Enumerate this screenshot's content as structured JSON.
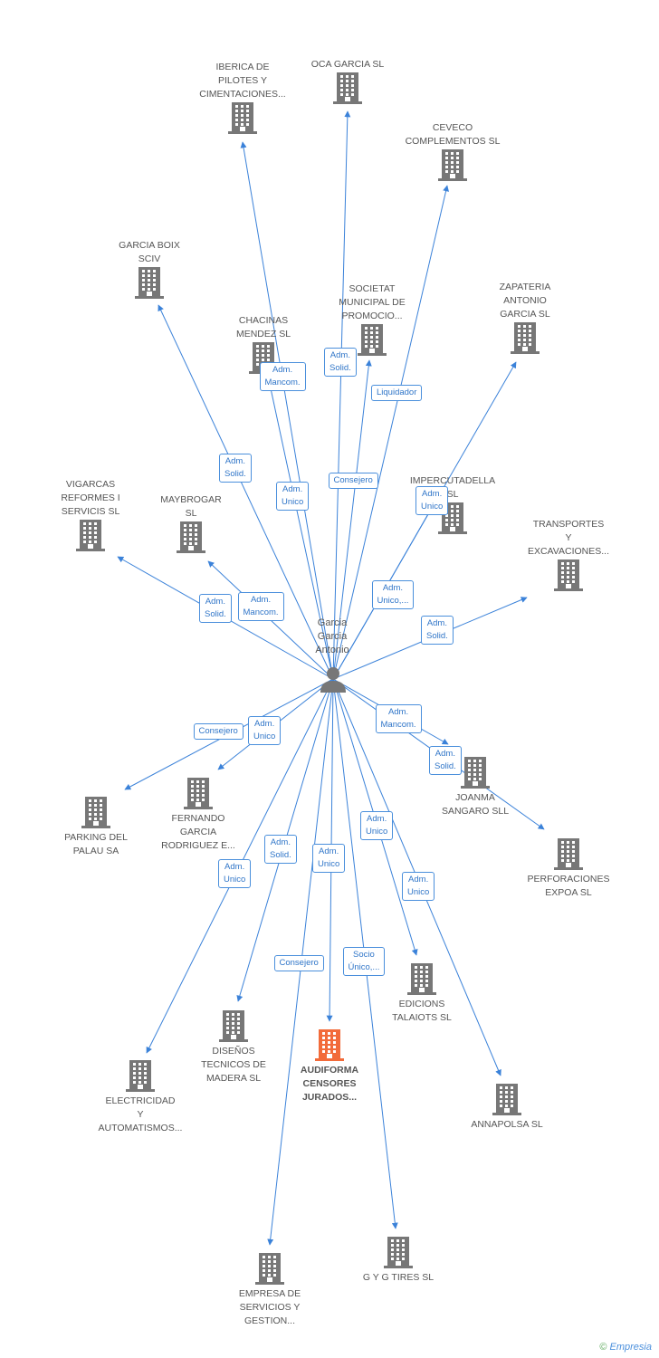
{
  "colors": {
    "edge": "#3b82d9",
    "icon": "#777777",
    "icon_highlight": "#f26b3a",
    "label_border": "#4a8fdc"
  },
  "center": {
    "name": "Garcia\nGarcia\nAntonio",
    "icon": "person-icon"
  },
  "nodes": [
    {
      "id": "iberica",
      "name": "IBERICA DE\nPILOTES Y\nCIMENTACIONES...",
      "icon": "building-icon"
    },
    {
      "id": "oca",
      "name": "OCA GARCIA  SL",
      "icon": "building-icon"
    },
    {
      "id": "ceveco",
      "name": "CEVECO\nCOMPLEMENTOS SL",
      "icon": "building-icon"
    },
    {
      "id": "boix",
      "name": "GARCIA BOIX\nSCIV",
      "icon": "building-icon"
    },
    {
      "id": "societat",
      "name": "SOCIETAT\nMUNICIPAL DE\nPROMOCIO...",
      "icon": "building-icon"
    },
    {
      "id": "zapateria",
      "name": "ZAPATERIA\nANTONIO\nGARCIA  SL",
      "icon": "building-icon"
    },
    {
      "id": "chacinas",
      "name": "CHACINAS\nMENDEZ  SL",
      "icon": "building-icon"
    },
    {
      "id": "impercutadella",
      "name": "IMPERCUTADELLA\nSL",
      "icon": "building-icon"
    },
    {
      "id": "vigarcas",
      "name": "VIGARCAS\nREFORMES I\nSERVICIS SL",
      "icon": "building-icon"
    },
    {
      "id": "maybrogar",
      "name": "MAYBROGAR\nSL",
      "icon": "building-icon"
    },
    {
      "id": "transportes",
      "name": "TRANSPORTES\nY\nEXCAVACIONES...",
      "icon": "building-icon"
    },
    {
      "id": "parking",
      "name": "PARKING DEL\nPALAU SA",
      "icon": "building-icon"
    },
    {
      "id": "fernando",
      "name": "FERNANDO\nGARCIA\nRODRIGUEZ E...",
      "icon": "building-icon"
    },
    {
      "id": "joanma",
      "name": "JOANMA\nSANGARO SLL",
      "icon": "building-icon"
    },
    {
      "id": "perforaciones",
      "name": "PERFORACIONES\nEXPOA SL",
      "icon": "building-icon"
    },
    {
      "id": "edicions",
      "name": "EDICIONS\nTALAIOTS SL",
      "icon": "building-icon"
    },
    {
      "id": "disenos",
      "name": "DISEÑOS\nTECNICOS DE\nMADERA SL",
      "icon": "building-icon"
    },
    {
      "id": "audiforma",
      "name": "AUDIFORMA\nCENSORES\nJURADOS...",
      "icon": "building-icon",
      "highlight": true
    },
    {
      "id": "electricidad",
      "name": "ELECTRICIDAD\nY\nAUTOMATISMOS...",
      "icon": "building-icon"
    },
    {
      "id": "annapolsa",
      "name": "ANNAPOLSA  SL",
      "icon": "building-icon"
    },
    {
      "id": "empresa",
      "name": "EMPRESA DE\nSERVICIOS Y\nGESTION...",
      "icon": "building-icon"
    },
    {
      "id": "gyg",
      "name": "G Y G TIRES SL",
      "icon": "building-icon"
    }
  ],
  "edges": [
    {
      "to": "iberica",
      "label": "Adm.\nUnico"
    },
    {
      "to": "oca",
      "label": "Consejero"
    },
    {
      "to": "ceveco",
      "label": "Liquidador"
    },
    {
      "to": "boix",
      "label": "Adm.\nSolid."
    },
    {
      "to": "societat",
      "label": "Adm.\nSolid."
    },
    {
      "to": "zapateria",
      "label": "Adm.\nUnico"
    },
    {
      "to": "chacinas",
      "label": "Adm.\nMancom."
    },
    {
      "to": "impercutadella",
      "label": "Adm.\nUnico,..."
    },
    {
      "to": "vigarcas",
      "label": "Adm.\nSolid."
    },
    {
      "to": "maybrogar",
      "label": "Adm.\nMancom."
    },
    {
      "to": "transportes",
      "label": "Adm.\nSolid."
    },
    {
      "to": "parking",
      "label": "Consejero"
    },
    {
      "to": "fernando",
      "label": "Adm.\nUnico"
    },
    {
      "to": "joanma",
      "label": "Adm.\nMancom."
    },
    {
      "to": "perforaciones",
      "label": "Adm.\nSolid."
    },
    {
      "to": "edicions",
      "label": "Adm.\nUnico"
    },
    {
      "to": "disenos",
      "label": "Adm.\nSolid."
    },
    {
      "to": "audiforma",
      "label": "Adm.\nUnico"
    },
    {
      "to": "electricidad",
      "label": "Adm.\nUnico"
    },
    {
      "to": "annapolsa",
      "label": "Adm.\nUnico"
    },
    {
      "to": "empresa",
      "label": "Consejero"
    },
    {
      "to": "gyg",
      "label": "Socio\nÚnico,..."
    }
  ],
  "footer": {
    "copyright": "©",
    "brand": "Empresia"
  }
}
